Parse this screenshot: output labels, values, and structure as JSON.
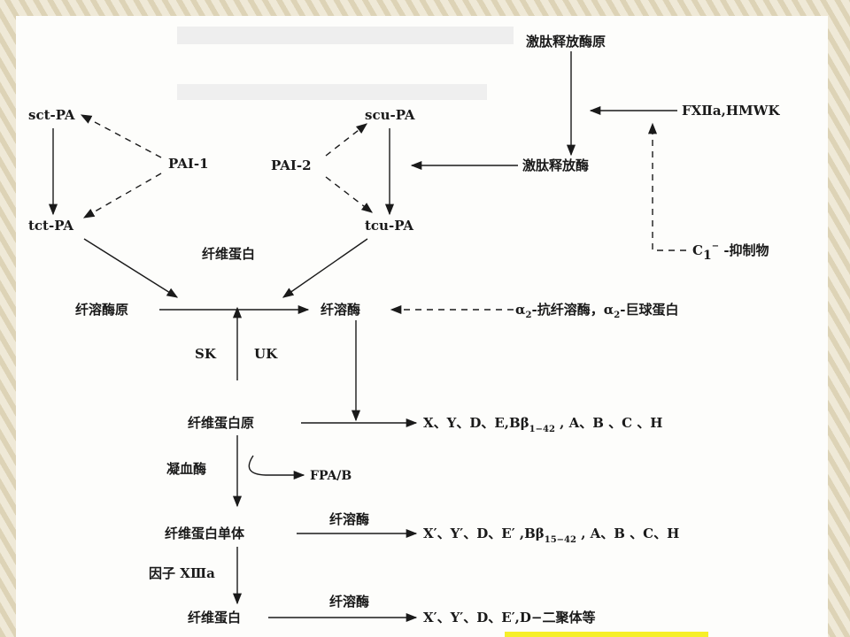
{
  "nodes": {
    "kallikreinogen": "激肽释放酶原",
    "kallikrein": "激肽释放酶",
    "fxiia": "FXⅡa,HMWK",
    "c1_inhibitor_c": "C",
    "c1_inhibitor_sub": "1",
    "c1_inhibitor_sup": "−",
    "c1_inhibitor_rest": " -抑制物",
    "sct_pa": "sct-PA",
    "tct_pa": "tct-PA",
    "pai1": "PAI-1",
    "scu_pa": "scu-PA",
    "tcu_pa": "tcu-PA",
    "pai2": "PAI-2",
    "fibrin_label": "纤维蛋白",
    "plasminogen": "纤溶酶原",
    "plasmin": "纤溶酶",
    "alpha_a": "α",
    "alpha_sub": "2",
    "alpha_b": "-抗纤溶酶，",
    "alpha_c": "α",
    "alpha_sub2": "2",
    "alpha_d": "-巨球蛋白",
    "sk": "SK",
    "uk": "UK",
    "fibrinogen": "纤维蛋白原",
    "prod1_a": "X、Y、D、E,Bβ",
    "prod1_sub": "1−42",
    "prod1_b": " , A、B 、C 、H",
    "thrombin": "凝血酶",
    "fpab": "FPA/B",
    "fibrin_monomer": "纤维蛋白单体",
    "plasmin_label1": "纤溶酶",
    "prod2_a": "X′、Y′、D、E′ ,Bβ",
    "prod2_sub": "15−42",
    "prod2_b": " , A、B 、C、H",
    "factor13": "因子 ⅩⅢa",
    "fibrin": "纤维蛋白",
    "plasmin_label2": "纤溶酶",
    "prod3": "X′、Y′、D、E′,D−二聚体等"
  }
}
